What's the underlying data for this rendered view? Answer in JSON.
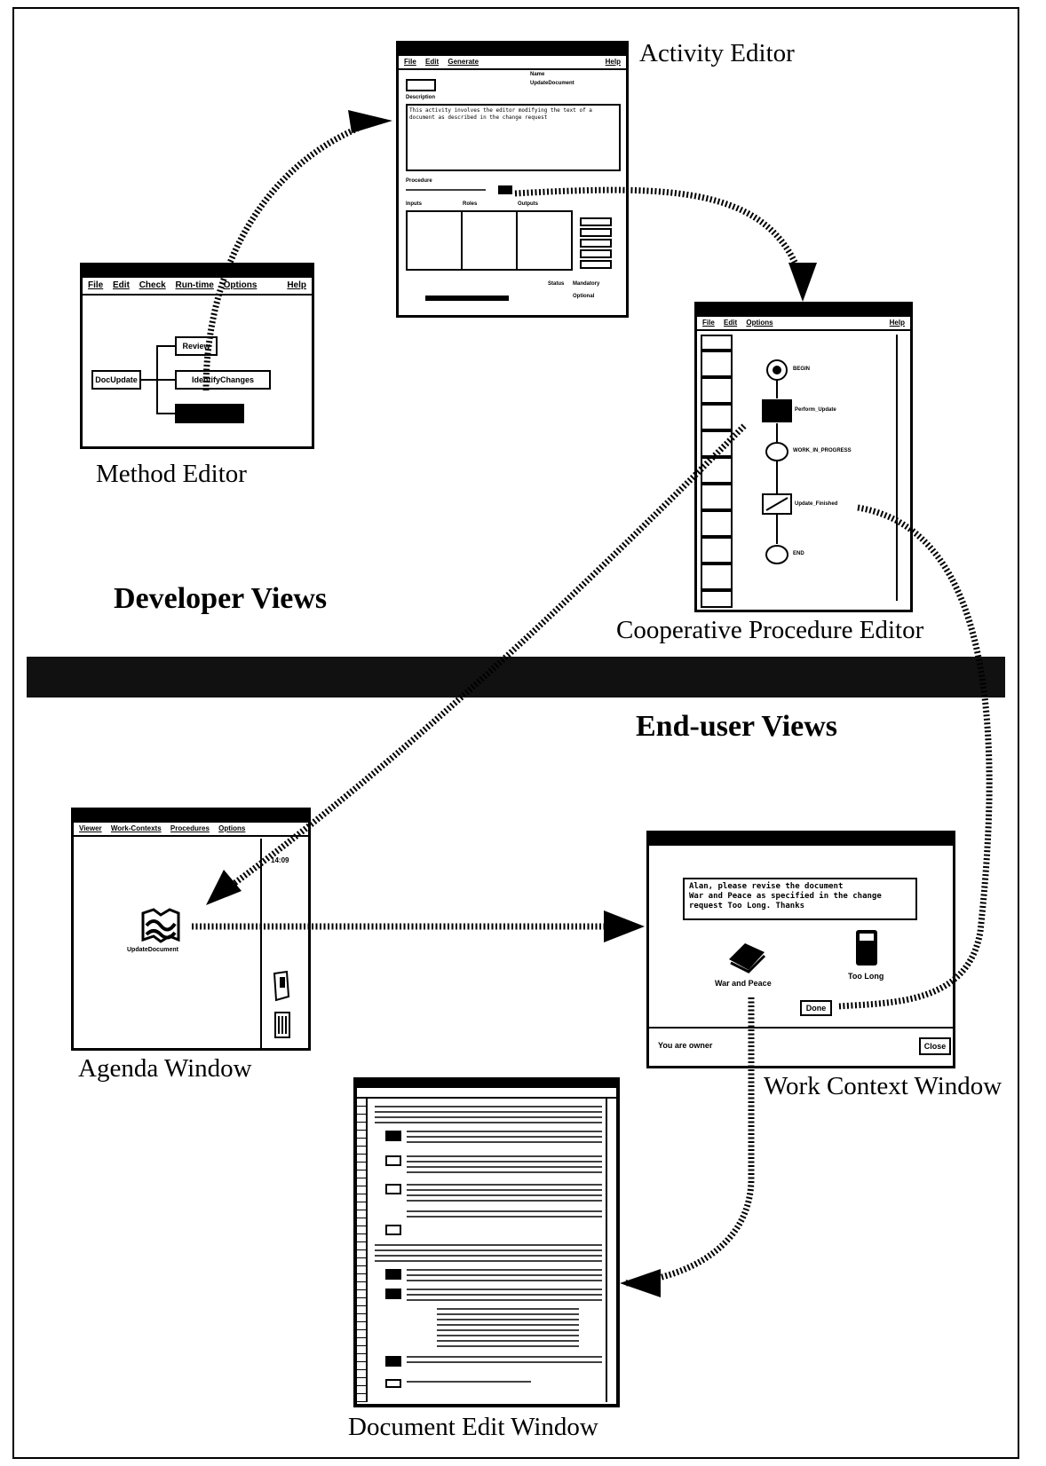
{
  "captions": {
    "activity_editor": "Activity Editor",
    "method_editor": "Method Editor",
    "cooperative_procedure_editor": "Cooperative Procedure Editor",
    "agenda_window": "Agenda Window",
    "work_context_window": "Work Context Window",
    "document_edit_window": "Document Edit Window"
  },
  "headings": {
    "developer_views": "Developer Views",
    "end_user_views": "End-user Views"
  },
  "method_editor": {
    "menu": [
      "File",
      "Edit",
      "Check",
      "Run-time",
      "Options"
    ],
    "help": "Help",
    "nodes": [
      "DocUpdate",
      "Review",
      "IdentifyChanges"
    ]
  },
  "activity_editor": {
    "menu": [
      "File",
      "Edit",
      "Generate"
    ],
    "help": "Help",
    "name_label": "Name",
    "name_value": "UpdateDocument",
    "description_label": "Description",
    "description_text": "This activity involves the editor modifying the text of a document as described in the change request",
    "procedure_label": "Procedure",
    "inputs_label": "Inputs",
    "roles_label": "Roles",
    "outputs_label": "Outputs",
    "status_label": "Status",
    "mandatory": "Mandatory",
    "optional": "Optional"
  },
  "procedure_editor": {
    "menu": [
      "File",
      "Edit",
      "Options"
    ],
    "help": "Help",
    "nodes": [
      "BEGIN",
      "Perform_Update",
      "WORK_IN_PROGRESS",
      "Update_Finished",
      "END"
    ]
  },
  "agenda_window": {
    "menu": [
      "Viewer",
      "Work-Contexts",
      "Procedures",
      "Options"
    ],
    "time": "14:09",
    "icon_label": "UpdateDocument"
  },
  "work_context_window": {
    "message": [
      "Alan, please revise the document",
      "War and Peace as specified in the change",
      "request Too Long. Thanks"
    ],
    "doc_label": "War and Peace",
    "request_label": "Too Long",
    "done_button": "Done",
    "status": "You are owner",
    "close_button": "Close"
  },
  "colors": {
    "ink": "#000000",
    "paper": "#ffffff",
    "band": "#111111"
  }
}
